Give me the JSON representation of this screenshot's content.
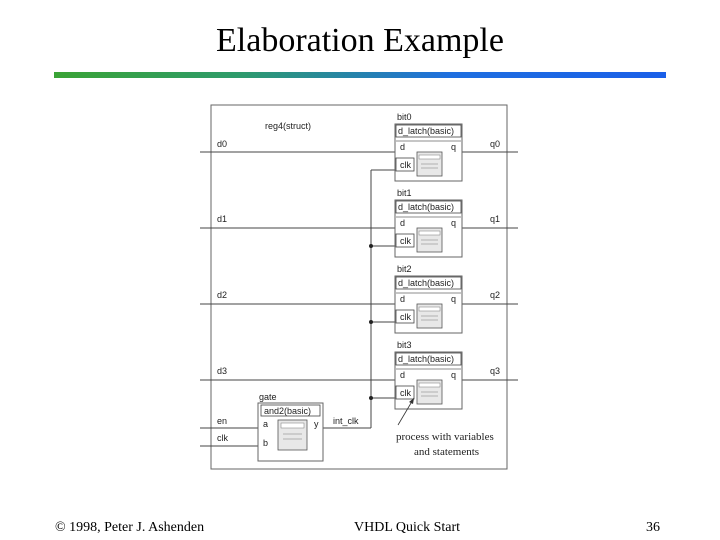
{
  "slide": {
    "title": "Elaboration Example",
    "footer_left": "© 1998, Peter J. Ashenden",
    "footer_center": "VHDL Quick Start",
    "footer_right": "36"
  },
  "diagram": {
    "outer_label": "reg4(struct)",
    "inputs": [
      "d0",
      "d1",
      "d2",
      "d3",
      "en",
      "clk"
    ],
    "outputs": [
      "q0",
      "q1",
      "q2",
      "q3"
    ],
    "bits": [
      {
        "instance": "bit0",
        "entity": "d_latch(basic)",
        "port_d": "d",
        "port_q": "q",
        "port_clk": "clk"
      },
      {
        "instance": "bit1",
        "entity": "d_latch(basic)",
        "port_d": "d",
        "port_q": "q",
        "port_clk": "clk"
      },
      {
        "instance": "bit2",
        "entity": "d_latch(basic)",
        "port_d": "d",
        "port_q": "q",
        "port_clk": "clk"
      },
      {
        "instance": "bit3",
        "entity": "d_latch(basic)",
        "port_d": "d",
        "port_q": "q",
        "port_clk": "clk"
      }
    ],
    "gate": {
      "instance": "gate",
      "entity": "and2(basic)",
      "port_a": "a",
      "port_b": "b",
      "port_y": "y"
    },
    "signal_label": "int_clk",
    "annotation_line1": "process with variables",
    "annotation_line2": "and statements"
  }
}
